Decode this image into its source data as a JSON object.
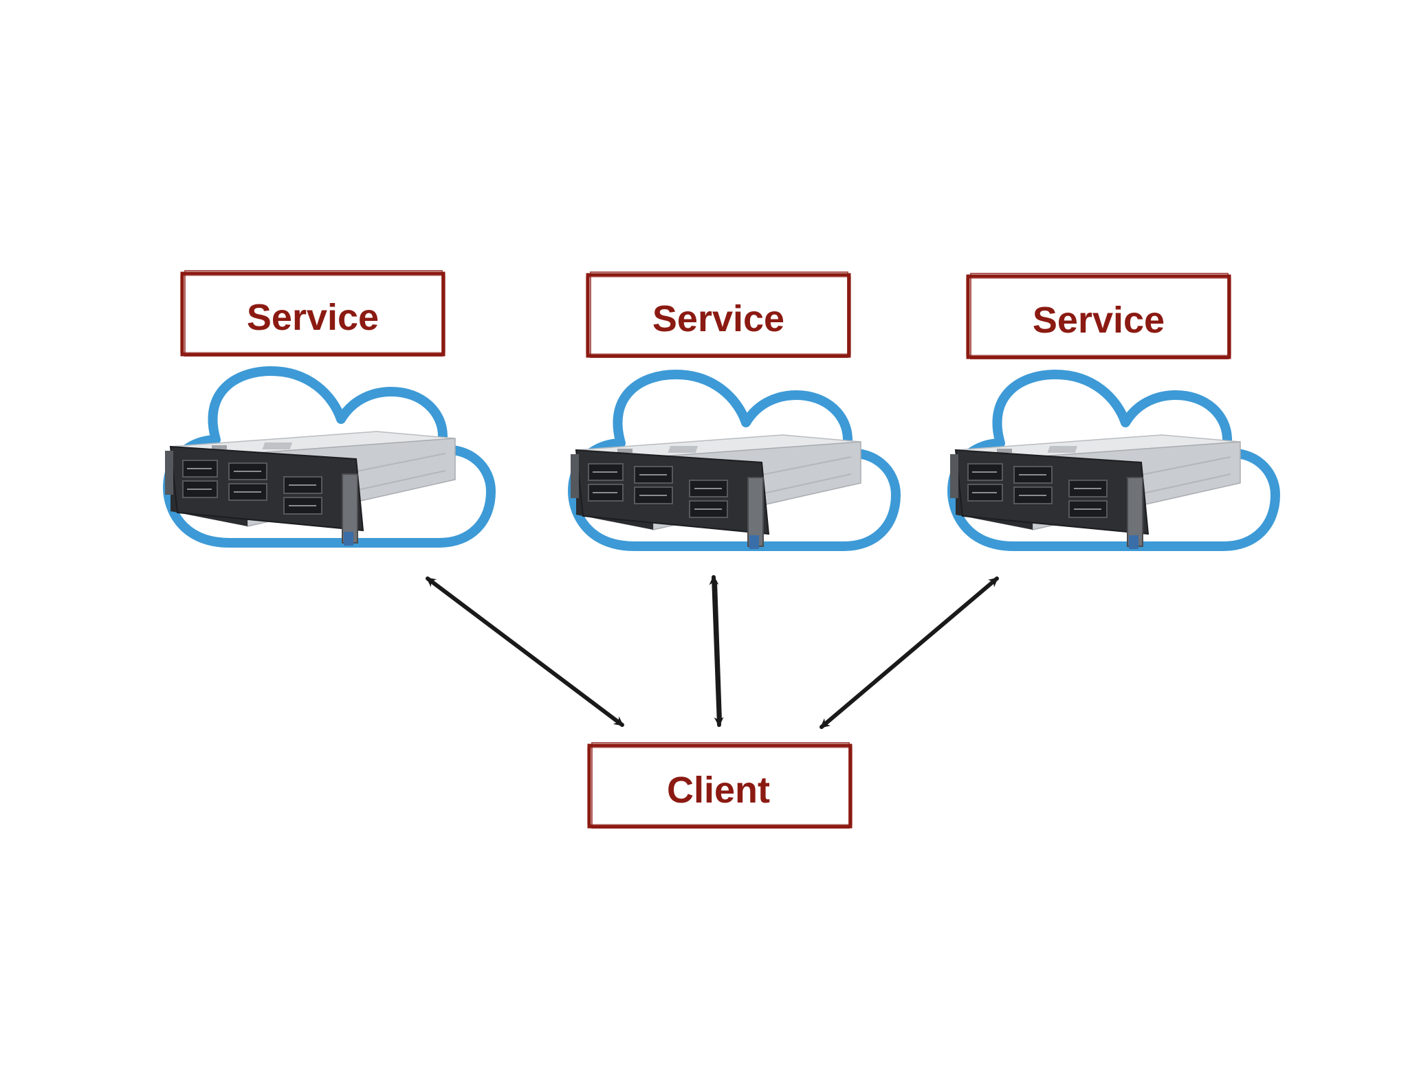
{
  "colors": {
    "label": "#8b1a12",
    "cloud": "#3d9ad6",
    "arrow": "#1a1a1a",
    "server_body": "#d9dcdf",
    "server_front": "#2a2c30"
  },
  "services": [
    {
      "label": "Service",
      "icon": "cloud-server-icon"
    },
    {
      "label": "Service",
      "icon": "cloud-server-icon"
    },
    {
      "label": "Service",
      "icon": "cloud-server-icon"
    }
  ],
  "client": {
    "label": "Client"
  }
}
